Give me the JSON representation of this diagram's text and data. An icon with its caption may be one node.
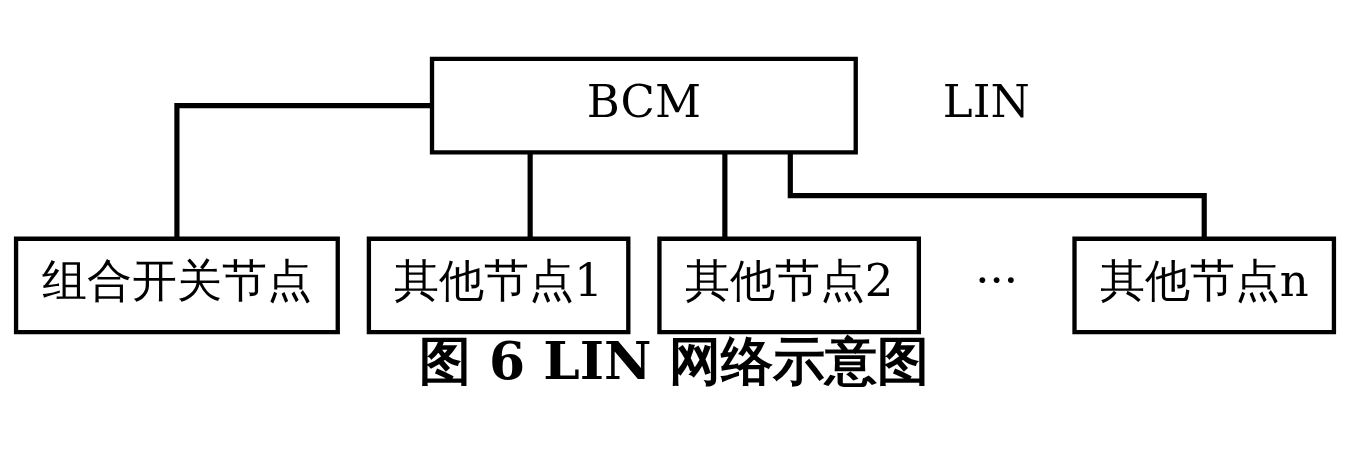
{
  "diagram": {
    "caption": "图 6 LIN 网络示意图",
    "nodes": [
      {
        "text": [
          "BCM"
        ]
      },
      {
        "text": [
          "组合开关节点"
        ]
      },
      {
        "text": [
          "其他节点1"
        ]
      },
      {
        "text": [
          "其他节点2"
        ]
      },
      {
        "text": [
          "其他节点n"
        ]
      }
    ],
    "edges": [
      {
        "from": 0,
        "to": 1,
        "arrow": "none"
      },
      {
        "from": 0,
        "to": 2,
        "arrow": "none"
      },
      {
        "from": 0,
        "to": 3,
        "arrow": "none"
      },
      {
        "from": 0,
        "to": 4,
        "arrow": "none"
      }
    ],
    "labels": [
      "LIN",
      "···"
    ]
  }
}
